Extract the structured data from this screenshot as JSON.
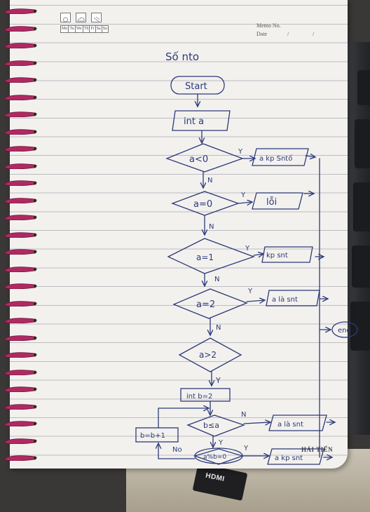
{
  "notebook": {
    "weekdays": [
      "Mo",
      "Tu",
      "We",
      "Th",
      "Fr",
      "Sa",
      "Su"
    ],
    "memo_label": "Memo No.",
    "date_label": "Date",
    "date_separators": [
      "/",
      "/"
    ],
    "brand": "HẢI TIẾN"
  },
  "background": {
    "sticker_text": "HDMI"
  },
  "diagram": {
    "title": "Số nto",
    "ink_color": "#2c3a78",
    "nodes": {
      "start": "Start",
      "input_a": "int a",
      "cond1": "a<0",
      "out1": "a kp Sntố",
      "cond2": "a=0",
      "out2": "lỗi",
      "cond3": "a=1",
      "out3": "kp snt",
      "cond4": "a=2",
      "out4": "a là snt",
      "cond5": "a>2",
      "init_b": "int b=2",
      "cond6": "b≤a",
      "out6": "a là snt",
      "inc_b": "b=b+1",
      "cond7": "a%b=0",
      "out7": "a kp snt",
      "end": "end"
    },
    "labels": {
      "yes": "Y",
      "no": "N",
      "no_word": "No"
    }
  }
}
